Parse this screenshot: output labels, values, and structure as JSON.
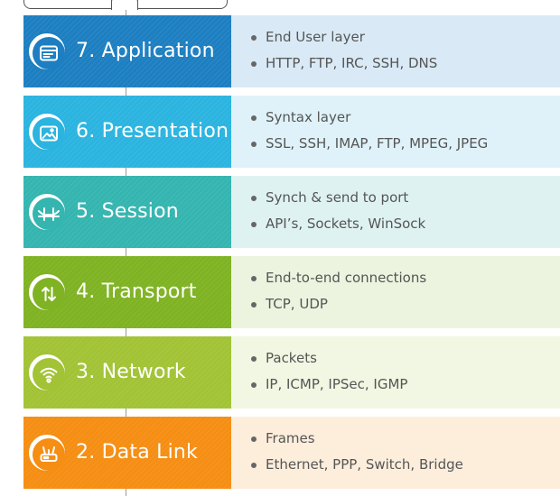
{
  "layers": [
    {
      "title": "7. Application",
      "icon": "window-icon",
      "color": "#1d7fc1",
      "light": "#d9eaf6",
      "items": [
        "End User layer",
        "HTTP, FTP, IRC, SSH, DNS"
      ]
    },
    {
      "title": "6. Presentation",
      "icon": "image-icon",
      "color": "#2bb4e0",
      "light": "#dff2f9",
      "items": [
        "Syntax layer",
        "SSL, SSH, IMAP, FTP, MPEG, JPEG"
      ]
    },
    {
      "title": "5. Session",
      "icon": "bridge-icon",
      "color": "#35b5b0",
      "light": "#def2f1",
      "items": [
        "Synch & send to port",
        "API’s, Sockets, WinSock"
      ]
    },
    {
      "title": "4. Transport",
      "icon": "transfer-arrows-icon",
      "color": "#7fb323",
      "light": "#ecf4df",
      "items": [
        "End-to-end connections",
        "TCP, UDP"
      ]
    },
    {
      "title": "3. Network",
      "icon": "wifi-icon",
      "color": "#a2c335",
      "light": "#f1f7e2",
      "items": [
        "Packets",
        "IP, ICMP, IPSec, IGMP"
      ]
    },
    {
      "title": "2. Data Link",
      "icon": "router-icon",
      "color": "#f58e13",
      "light": "#fdeedc",
      "items": [
        "Frames",
        "Ethernet, PPP, Switch, Bridge"
      ]
    }
  ]
}
